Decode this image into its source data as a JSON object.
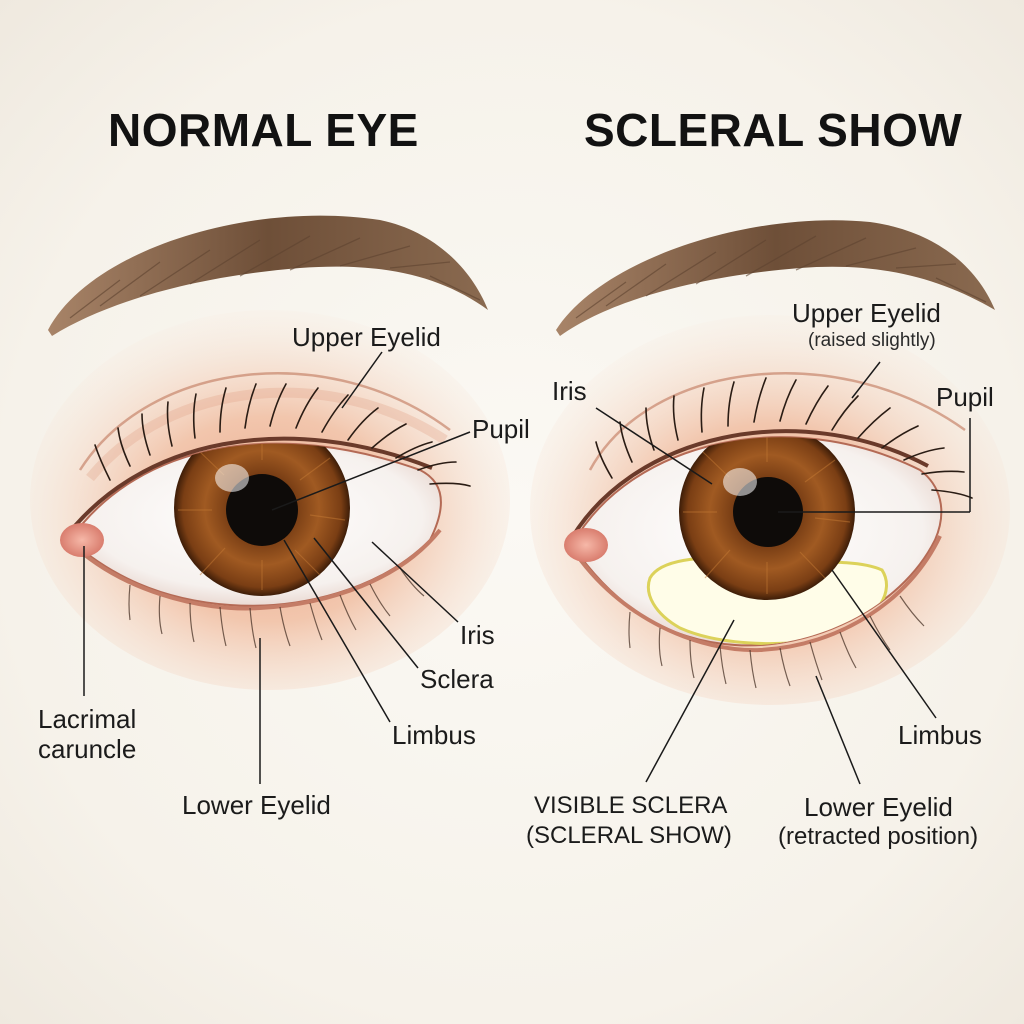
{
  "titles": {
    "normal": "NORMAL EYE",
    "scleral": "SCLERAL SHOW"
  },
  "normal_eye": {
    "upper_eyelid": "Upper Eyelid",
    "pupil": "Pupil",
    "iris": "Iris",
    "sclera": "Sclera",
    "limbus": "Limbus",
    "lacrimal_caruncle_line1": "Lacrimal",
    "lacrimal_caruncle_line2": "caruncle",
    "lower_eyelid": "Lower Eyelid"
  },
  "scleral_show": {
    "upper_eyelid": "Upper Eyelid",
    "upper_eyelid_note": "(raised slightly)",
    "iris": "Iris",
    "pupil": "Pupil",
    "limbus": "Limbus",
    "visible_sclera_line1": "VISIBLE SCLERA",
    "visible_sclera_line2": "(SCLERAL SHOW)",
    "lower_eyelid": "Lower Eyelid",
    "lower_eyelid_note": "(retracted position)"
  },
  "colors": {
    "iris": "#8a4a1c",
    "pupil": "#111111",
    "skin": "#f2c9b0",
    "brow": "#7a5a42",
    "highlight_sclera": "#e8e070"
  }
}
